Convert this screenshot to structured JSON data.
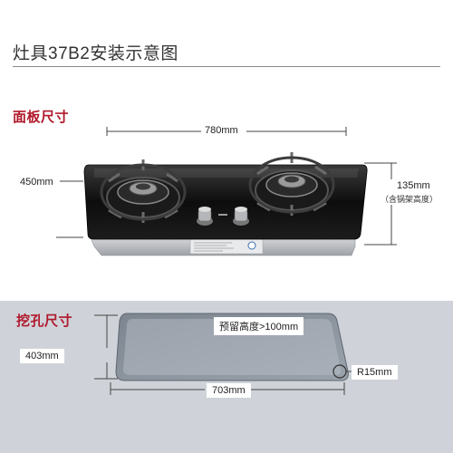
{
  "page": {
    "title": "灶具37B2安装示意图"
  },
  "panel": {
    "label": "面板尺寸",
    "width": "780mm",
    "depth": "450mm",
    "height": "135mm",
    "height_note": "（含锅架高度）"
  },
  "cutout": {
    "label": "挖孔尺寸",
    "width": "703mm",
    "depth": "403mm",
    "clearance": "预留高度>100mm",
    "corner_radius": "R15mm"
  },
  "colors": {
    "accent": "#b0182b",
    "glass": "#111111",
    "steel": "#b9bcc0",
    "cutout_bg": "#cfd3d9"
  }
}
